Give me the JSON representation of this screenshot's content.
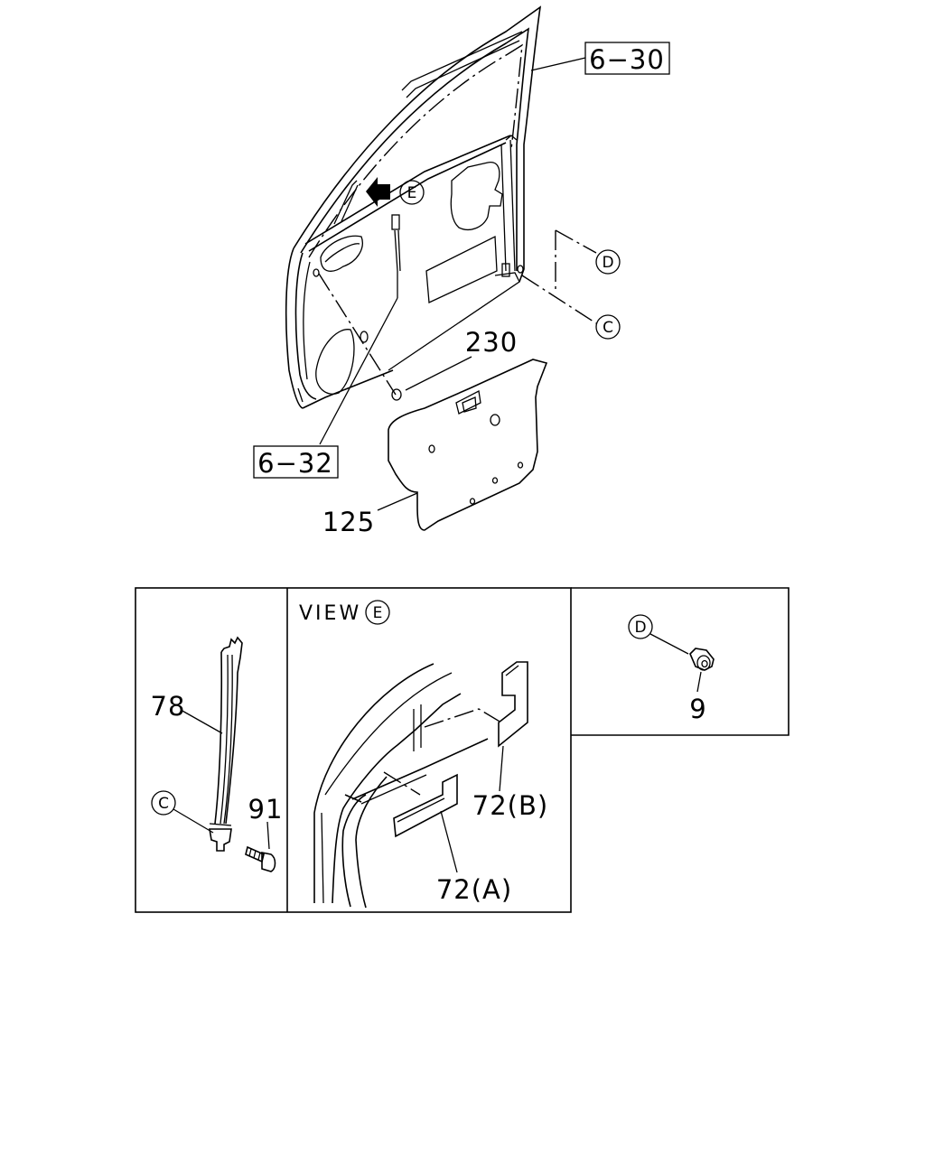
{
  "main_view": {
    "ref_6_30": "6−30",
    "ref_6_32": "6−32",
    "part_230": "230",
    "part_125": "125",
    "callout_e": "E",
    "callout_d": "D",
    "callout_c": "C"
  },
  "panel_left": {
    "part_78": "78",
    "part_91": "91",
    "callout_c": "C"
  },
  "panel_view_e": {
    "view_label": "VIEW",
    "view_callout": "E",
    "part_72b": "72(B)",
    "part_72a": "72(A)"
  },
  "panel_right": {
    "callout_d": "D",
    "part_9": "9"
  }
}
